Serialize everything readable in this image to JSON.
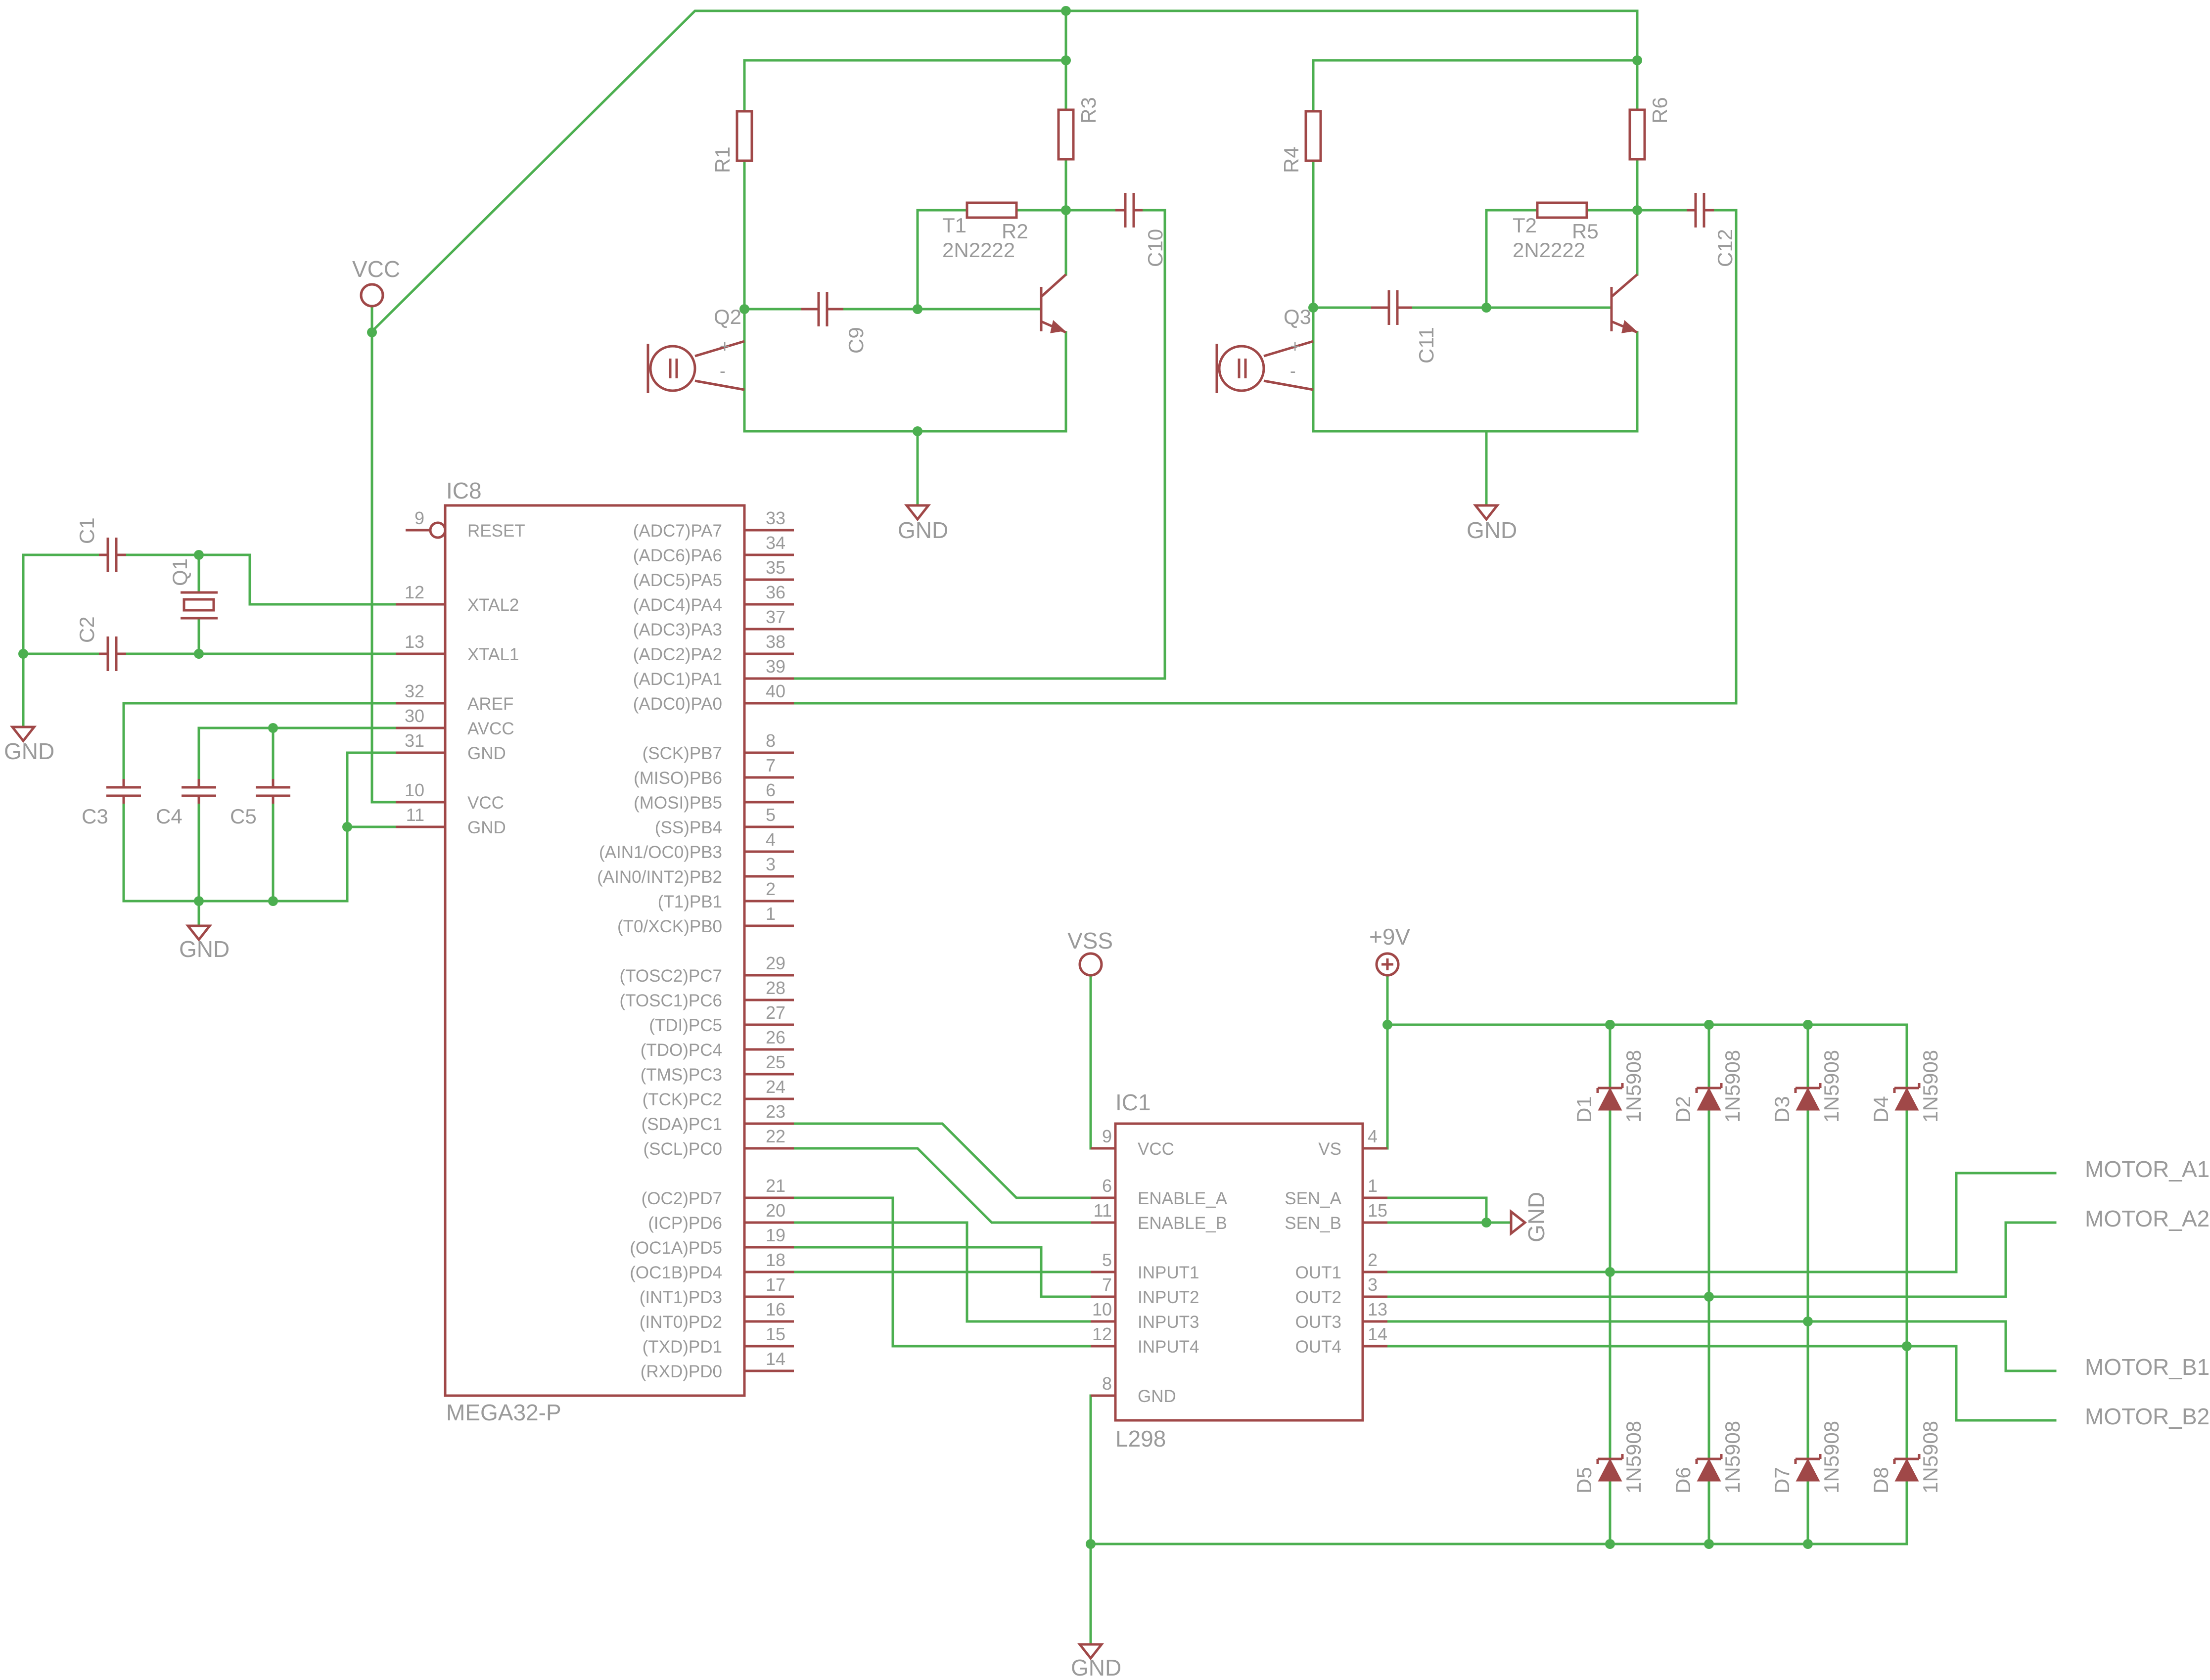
{
  "colors": {
    "wire": "#4caf50",
    "part": "#a04848",
    "text": "#9a9a9a",
    "background": "#ffffff"
  },
  "supplies": {
    "vcc": "VCC",
    "vss": "VSS",
    "v9": "+9V",
    "gnd1": "GND",
    "gnd2": "GND",
    "gnd3": "GND",
    "gnd4": "GND",
    "gnd5": "GND",
    "gnd6": "GND"
  },
  "mcu": {
    "name": "IC8",
    "value": "MEGA32-P",
    "left_pins": [
      {
        "num": "9",
        "label": "RESET"
      },
      {
        "num": "12",
        "label": "XTAL2"
      },
      {
        "num": "13",
        "label": "XTAL1"
      },
      {
        "num": "32",
        "label": "AREF"
      },
      {
        "num": "30",
        "label": "AVCC"
      },
      {
        "num": "31",
        "label": "GND"
      },
      {
        "num": "10",
        "label": "VCC"
      },
      {
        "num": "11",
        "label": "GND"
      }
    ],
    "right_pins": [
      {
        "num": "33",
        "label": "(ADC7)PA7"
      },
      {
        "num": "34",
        "label": "(ADC6)PA6"
      },
      {
        "num": "35",
        "label": "(ADC5)PA5"
      },
      {
        "num": "36",
        "label": "(ADC4)PA4"
      },
      {
        "num": "37",
        "label": "(ADC3)PA3"
      },
      {
        "num": "38",
        "label": "(ADC2)PA2"
      },
      {
        "num": "39",
        "label": "(ADC1)PA1"
      },
      {
        "num": "40",
        "label": "(ADC0)PA0"
      },
      {
        "num": "8",
        "label": "(SCK)PB7"
      },
      {
        "num": "7",
        "label": "(MISO)PB6"
      },
      {
        "num": "6",
        "label": "(MOSI)PB5"
      },
      {
        "num": "5",
        "label": "(SS)PB4"
      },
      {
        "num": "4",
        "label": "(AIN1/OC0)PB3"
      },
      {
        "num": "3",
        "label": "(AIN0/INT2)PB2"
      },
      {
        "num": "2",
        "label": "(T1)PB1"
      },
      {
        "num": "1",
        "label": "(T0/XCK)PB0"
      },
      {
        "num": "29",
        "label": "(TOSC2)PC7"
      },
      {
        "num": "28",
        "label": "(TOSC1)PC6"
      },
      {
        "num": "27",
        "label": "(TDI)PC5"
      },
      {
        "num": "26",
        "label": "(TDO)PC4"
      },
      {
        "num": "25",
        "label": "(TMS)PC3"
      },
      {
        "num": "24",
        "label": "(TCK)PC2"
      },
      {
        "num": "23",
        "label": "(SDA)PC1"
      },
      {
        "num": "22",
        "label": "(SCL)PC0"
      },
      {
        "num": "21",
        "label": "(OC2)PD7"
      },
      {
        "num": "20",
        "label": "(ICP)PD6"
      },
      {
        "num": "19",
        "label": "(OC1A)PD5"
      },
      {
        "num": "18",
        "label": "(OC1B)PD4"
      },
      {
        "num": "17",
        "label": "(INT1)PD3"
      },
      {
        "num": "16",
        "label": "(INT0)PD2"
      },
      {
        "num": "15",
        "label": "(TXD)PD1"
      },
      {
        "num": "14",
        "label": "(RXD)PD0"
      }
    ]
  },
  "driver": {
    "name": "IC1",
    "value": "L298",
    "left_pins": [
      {
        "num": "9",
        "label": "VCC"
      },
      {
        "num": "6",
        "label": "ENABLE_A"
      },
      {
        "num": "11",
        "label": "ENABLE_B"
      },
      {
        "num": "5",
        "label": "INPUT1"
      },
      {
        "num": "7",
        "label": "INPUT2"
      },
      {
        "num": "10",
        "label": "INPUT3"
      },
      {
        "num": "12",
        "label": "INPUT4"
      },
      {
        "num": "8",
        "label": "GND"
      }
    ],
    "right_pins": [
      {
        "num": "4",
        "label": "VS"
      },
      {
        "num": "1",
        "label": "SEN_A"
      },
      {
        "num": "15",
        "label": "SEN_B"
      },
      {
        "num": "2",
        "label": "OUT1"
      },
      {
        "num": "3",
        "label": "OUT2"
      },
      {
        "num": "13",
        "label": "OUT3"
      },
      {
        "num": "14",
        "label": "OUT4"
      }
    ]
  },
  "passives": {
    "c1": "C1",
    "c2": "C2",
    "c3": "C3",
    "c4": "C4",
    "c5": "C5",
    "c9": "C9",
    "c10": "C10",
    "c11": "C11",
    "c12": "C12",
    "q1": "Q1",
    "q2": "Q2",
    "q3": "Q3",
    "r1": "R1",
    "r2": "R2",
    "r3": "R3",
    "r4": "R4",
    "r5": "R5",
    "r6": "R6",
    "t1": "T1",
    "t2": "T2",
    "t1_value": "2N2222",
    "t2_value": "2N2222",
    "mic_plus_1": "+",
    "mic_minus_1": "-",
    "mic_plus_2": "+",
    "mic_minus_2": "-"
  },
  "diodes": {
    "value": "1N5908",
    "names": [
      "D1",
      "D2",
      "D3",
      "D4",
      "D5",
      "D6",
      "D7",
      "D8"
    ]
  },
  "outputs": [
    "MOTOR_A1",
    "MOTOR_A2",
    "MOTOR_B1",
    "MOTOR_B2"
  ]
}
